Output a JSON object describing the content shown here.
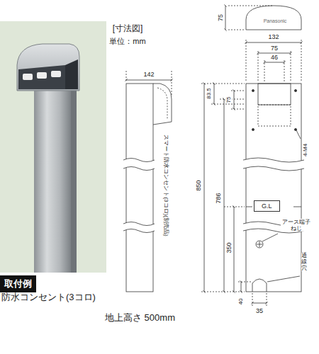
{
  "diagram": {
    "title": "[寸法図]",
    "caption": "地上高さ 500mm",
    "nodes": [
      {
        "text": [
          "取付例"
        ]
      },
      {
        "text": [
          "G.L"
        ]
      }
    ],
    "labels": [
      "単位：mm",
      "Panasonic",
      "75",
      "132",
      "75",
      "46",
      "142",
      "83.5",
      "75",
      "4-M4",
      "850",
      "786",
      "スマート防水コンセント(3コロ)(別売品)",
      "アース端子ねじ",
      "350",
      "通線穴",
      "40",
      "35",
      "防水コンセント(3コロ)"
    ]
  }
}
